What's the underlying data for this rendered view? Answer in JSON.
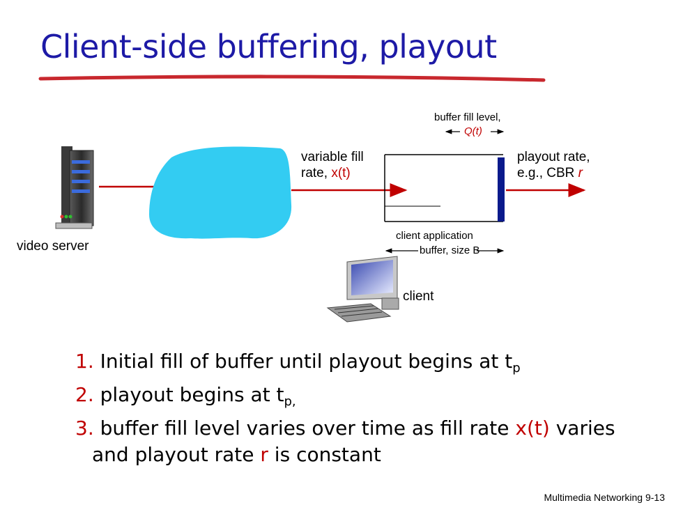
{
  "title": "Client-side buffering, playout",
  "diagram": {
    "server_label": "video server",
    "fill_rate": {
      "line1": "variable fill",
      "line2_prefix": "rate, ",
      "line2_var": "x(t)"
    },
    "buffer_fill": {
      "line1": "buffer fill level,",
      "var": "Q(t)"
    },
    "playout": {
      "line1": "playout rate,",
      "line2_prefix": "e.g., CBR ",
      "line2_var": "r"
    },
    "client_buffer": {
      "line1": "client  application",
      "line2": "buffer, size B"
    },
    "client_label": "client",
    "colors": {
      "cloud": "#33ccf2",
      "arrow": "#c00000",
      "buffer_fill": "#0a1a8c",
      "title": "#1d1aa6"
    }
  },
  "steps": [
    {
      "num": "1.",
      "text": "Initial fill of buffer until playout begins at t",
      "sub": "p"
    },
    {
      "num": "2.",
      "text": "playout begins at t",
      "sub": "p,"
    },
    {
      "num": "3.",
      "text_a": "buffer fill level varies over time as fill rate ",
      "var1": "x(t)",
      "text_b": " varies",
      "line2_a": "and playout rate ",
      "var2": "r",
      "line2_b": " is constant"
    }
  ],
  "footer": "Multimedia Networking  9-13"
}
